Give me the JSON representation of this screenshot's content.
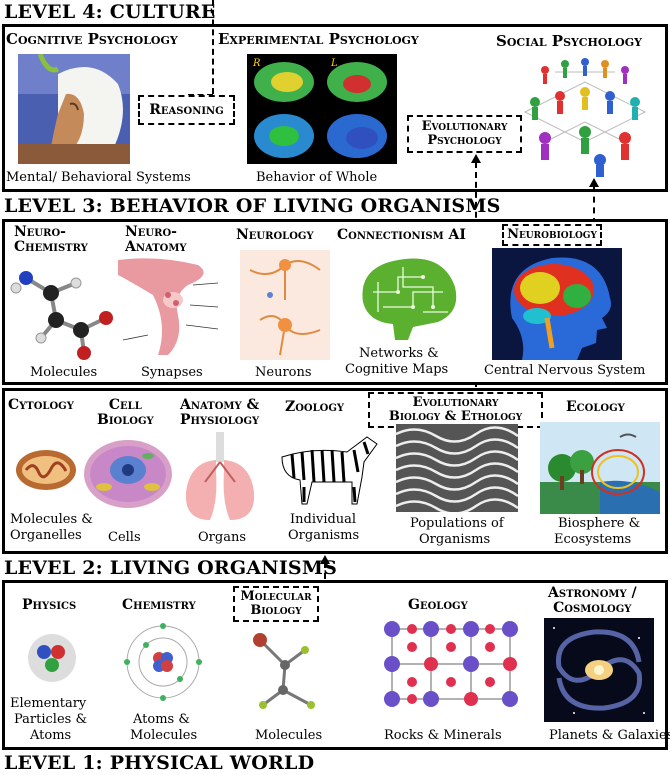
{
  "levels": {
    "l4": "LEVEL 4: CULTURE",
    "l3": "LEVEL 3: BEHAVIOR OF LIVING ORGANISMS",
    "l2": "LEVEL 2: LIVING ORGANISMS",
    "l1": "LEVEL 1: PHYSICAL WORLD"
  },
  "culture": {
    "cognitive": {
      "title": "Cognitive Psychology",
      "caption": "Mental/ Behavioral Systems"
    },
    "experimental": {
      "title": "Experimental Psychology",
      "caption": "Behavior of Whole"
    },
    "social": {
      "title": "Social Psychology"
    },
    "reasoning": "Reasoning",
    "evolutionary": {
      "line1": "Evolutionary",
      "line2": "Psychology"
    },
    "brain_labels": {
      "r": "R",
      "l": "L"
    }
  },
  "behavior": {
    "neurochem": {
      "line1": "Neuro-",
      "line2": "Chemistry",
      "caption": "Molecules"
    },
    "neuroanat": {
      "line1": "Neuro-",
      "line2": "Anatomy",
      "caption": "Synapses"
    },
    "neurology": {
      "title": "Neurology",
      "caption": "Neurons"
    },
    "connectionism": {
      "title": "Connectionism AI",
      "cap1": "Networks &",
      "cap2": "Cognitive Maps"
    },
    "neurobiology": {
      "title": "Neurobiology",
      "caption": "Central Nervous System"
    }
  },
  "living": {
    "cytology": {
      "title": "Cytology",
      "cap1": "Molecules &",
      "cap2": "Organelles"
    },
    "cellbio": {
      "line1": "Cell",
      "line2": "Biology",
      "caption": "Cells"
    },
    "anatomy": {
      "line1": "Anatomy &",
      "line2": "Physiology",
      "caption": "Organs"
    },
    "zoology": {
      "title": "Zoology",
      "cap1": "Individual",
      "cap2": "Organisms"
    },
    "evobio": {
      "line1": "Evolutionary",
      "line2": "Biology & Ethology",
      "cap1": "Populations of",
      "cap2": "Organisms"
    },
    "ecology": {
      "title": "Ecology",
      "cap1": "Biosphere &",
      "cap2": "Ecosystems"
    }
  },
  "physical": {
    "physics": {
      "title": "Physics",
      "cap1": "Elementary",
      "cap2": "Particles &",
      "cap3": "Atoms"
    },
    "chemistry": {
      "title": "Chemistry",
      "cap1": "Atoms &",
      "cap2": "Molecules"
    },
    "molbio": {
      "line1": "Molecular",
      "line2": "Biology",
      "caption": "Molecules"
    },
    "geology": {
      "title": "Geology",
      "caption": "Rocks & Minerals"
    },
    "astronomy": {
      "line1": "Astronomy /",
      "line2": "Cosmology",
      "caption": "Planets & Galaxies"
    }
  }
}
